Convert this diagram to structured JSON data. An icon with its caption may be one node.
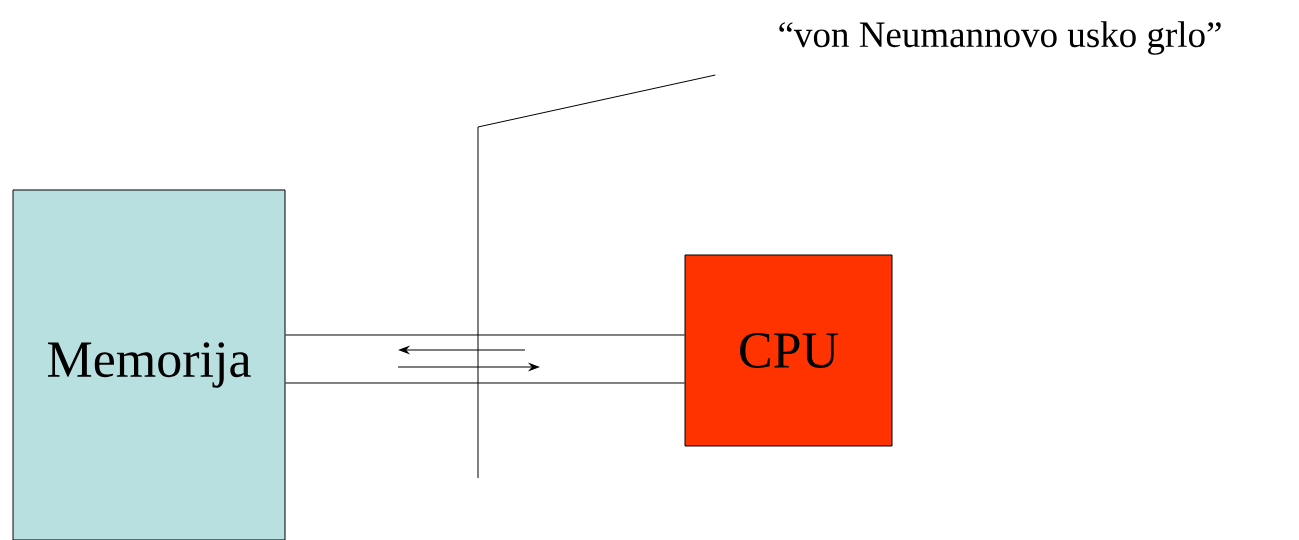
{
  "diagram": {
    "nodes": [
      {
        "text": [
          "Memorija"
        ]
      },
      {
        "text": [
          "CPU"
        ]
      },
      {
        "text": [
          "“von Neumannovo usko grlo”"
        ]
      }
    ],
    "edges": [
      {
        "from": 0,
        "to": 1,
        "arrow": "none"
      },
      {
        "from": 2,
        "to": null,
        "arrow": "none"
      }
    ]
  }
}
